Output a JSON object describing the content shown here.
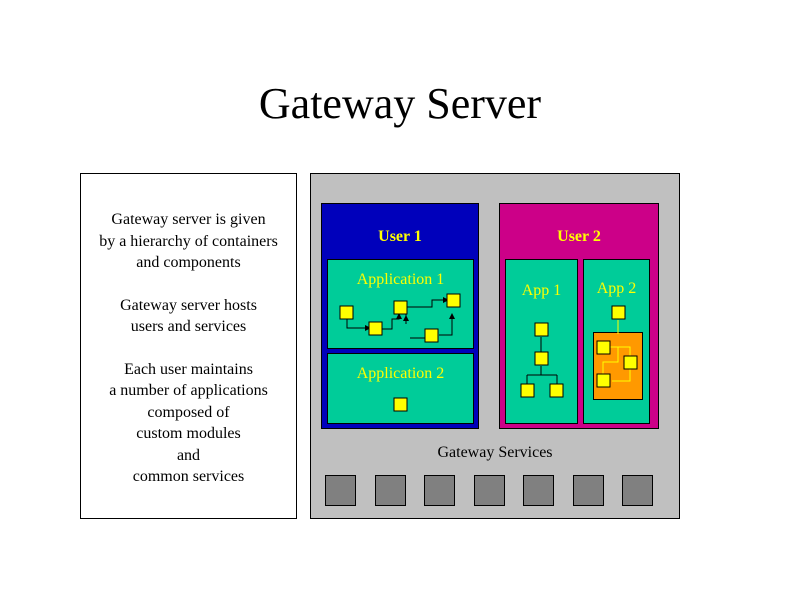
{
  "title": "Gateway Server",
  "description": {
    "para1": "Gateway server is given\nby a hierarchy of containers\nand components",
    "para2": "Gateway server hosts\nusers and services",
    "para3": "Each user maintains\na number of applications\ncomposed of\ncustom modules\nand\ncommon services"
  },
  "user1": {
    "label": "User 1",
    "app1": "Application 1",
    "app2": "Application 2"
  },
  "user2": {
    "label": "User 2",
    "app1": "App 1",
    "app2": "App 2"
  },
  "services_label": "Gateway Services",
  "colors": {
    "user1_bg": "#0000bb",
    "user2_bg": "#cc0088",
    "app_bg": "#00cc99",
    "module": "#ffff00",
    "highlight_app": "#ff9900",
    "gateway_bg": "#c0c0c0",
    "service": "#808080"
  }
}
